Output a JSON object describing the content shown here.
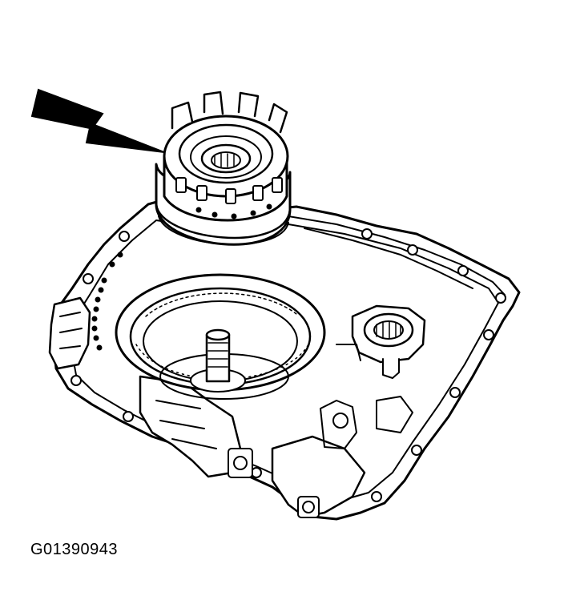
{
  "figure": {
    "id_label": "G01390943",
    "colors": {
      "ink": "#000000",
      "background": "#ffffff"
    },
    "parts": [
      "pointer-arrow-icon",
      "clutch-drum-assembly",
      "transaxle-case",
      "inner-drum",
      "center-shaft",
      "right-bearing",
      "case-bolt-flanges"
    ]
  }
}
